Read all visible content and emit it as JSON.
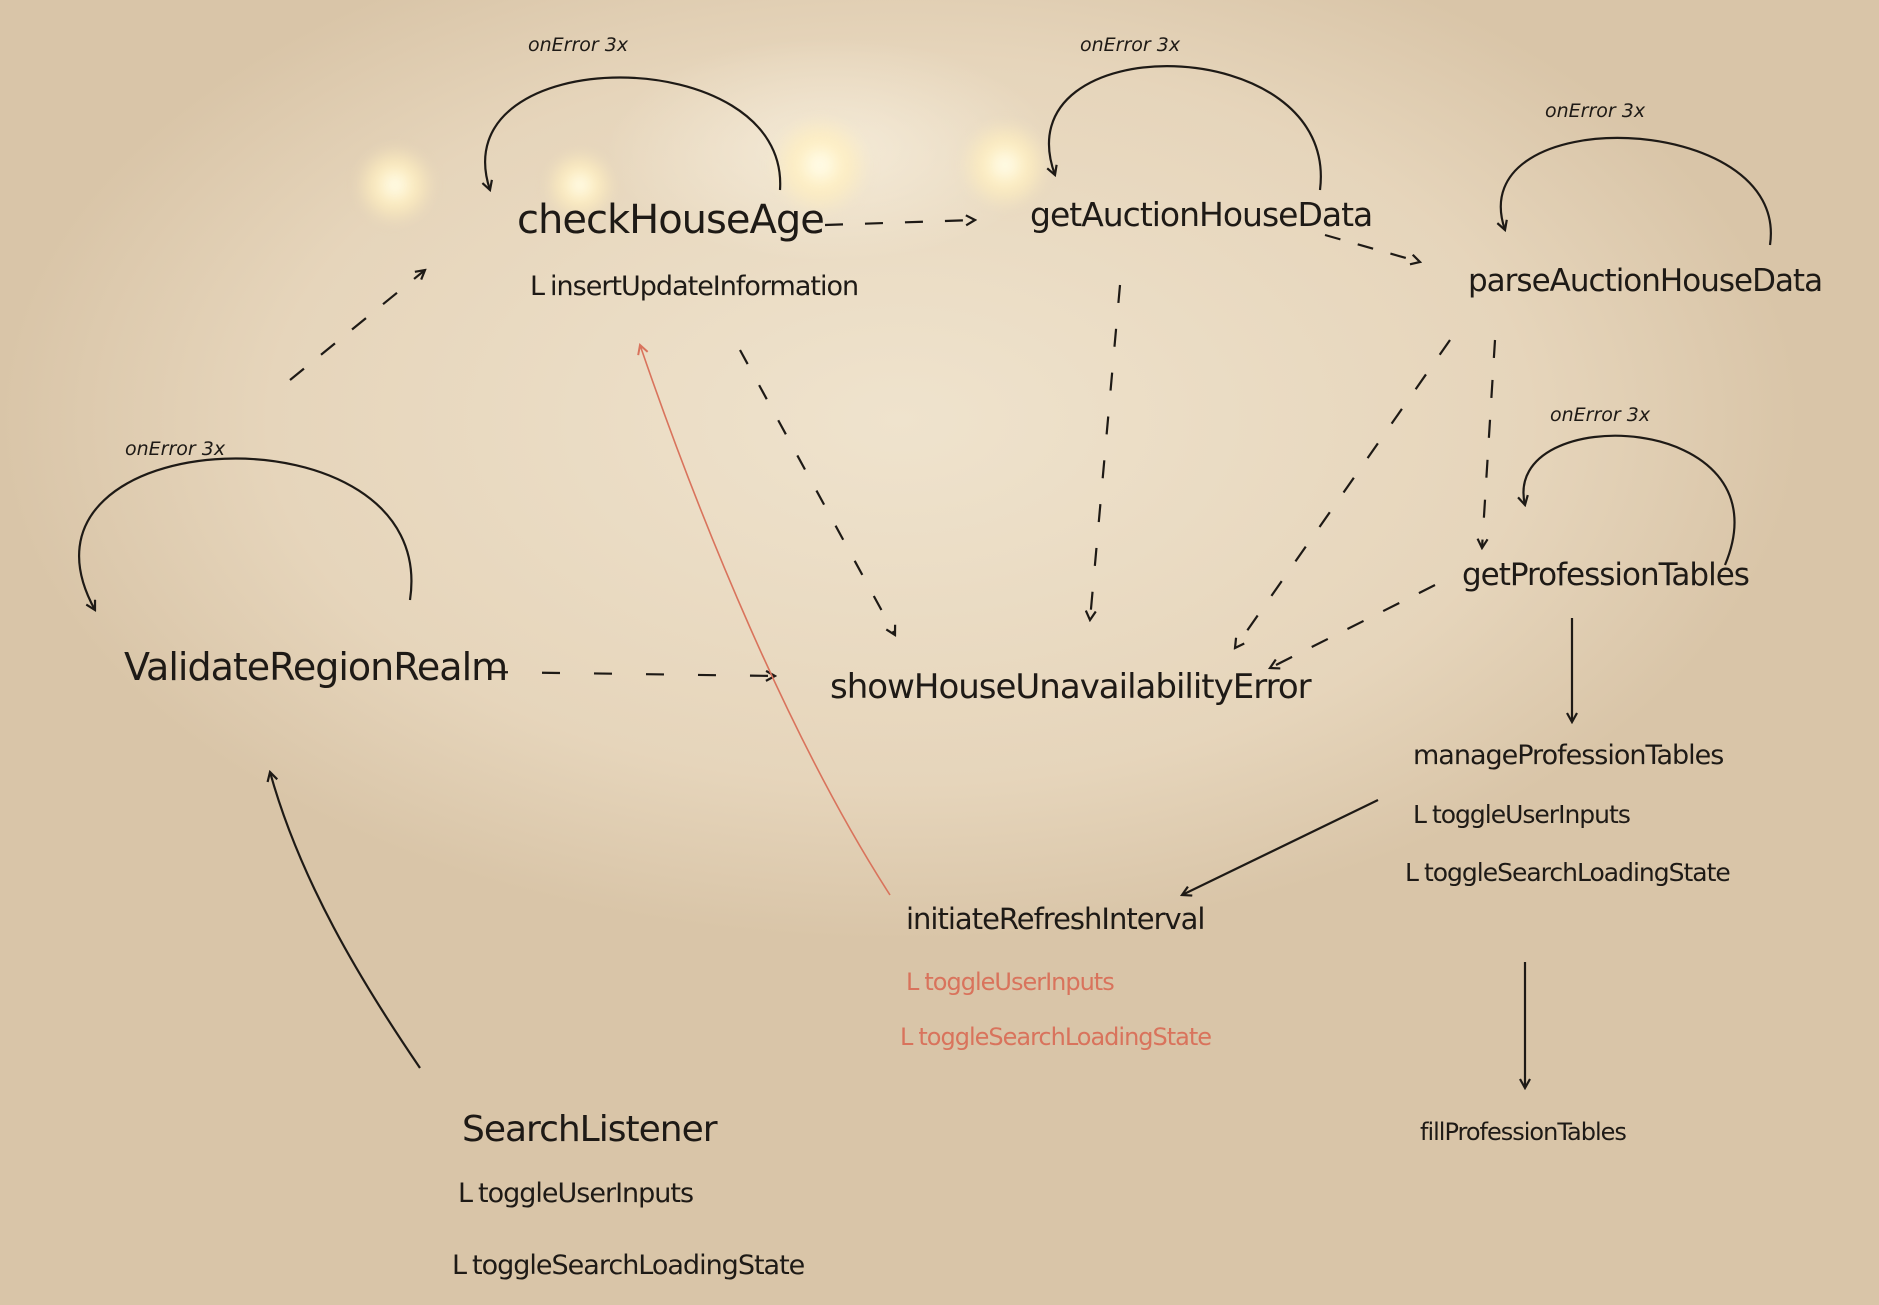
{
  "nodes": {
    "check_house_age": {
      "label": "checkHouseAge",
      "sub": [
        "insertUpdateInformation"
      ],
      "loop": "onError 3x"
    },
    "get_auction_house_data": {
      "label": "getAuctionHouseData",
      "loop": "onError 3x"
    },
    "parse_auction_house_data": {
      "label": "parseAuctionHouseData",
      "loop": "onError 3x"
    },
    "validate_region_realm": {
      "label": "ValidateRegionRealm",
      "loop": "onError 3x"
    },
    "show_house_unavailability_error": {
      "label": "showHouseUnavailabilityError"
    },
    "get_profession_tables": {
      "label": "getProfessionTables",
      "loop": "onError 3x"
    },
    "manage_profession_tables": {
      "label": "manageProfessionTables",
      "sub": [
        "toggleUserInputs",
        "toggleSearchLoadingState"
      ]
    },
    "initiate_refresh_interval": {
      "label": "initiateRefreshInterval",
      "sub": [
        "toggleUserInputs",
        "toggleSearchLoadingState"
      ]
    },
    "search_listener": {
      "label": "SearchListener",
      "sub": [
        "toggleUserInputs",
        "toggleSearchLoadingState"
      ]
    },
    "fill_profession_tables": {
      "label": "fillProfessionTables"
    }
  },
  "colors": {
    "ink": "#1e1a16",
    "red_ink": "#d9735c",
    "board": "#e9d9c2"
  }
}
